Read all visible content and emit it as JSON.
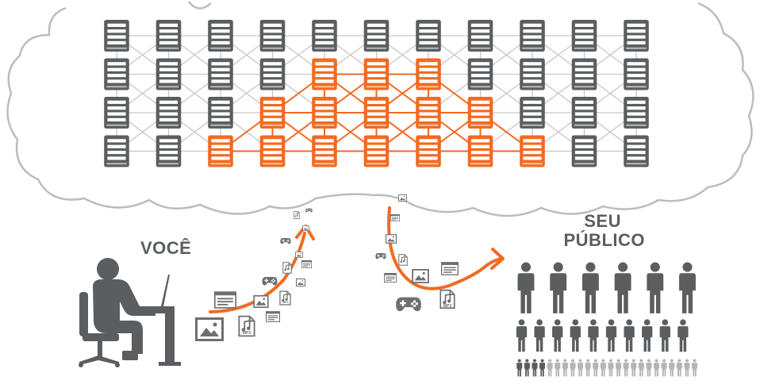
{
  "labels": {
    "you": "VOCÊ",
    "audience_line1": "SEU",
    "audience_line2": "PÚBLICO"
  },
  "colors": {
    "server_gray": "#5b5e60",
    "server_orange": "#f26a21",
    "cloud_outline": "#bcbcbc",
    "mesh_gray": "#c6c6c6",
    "person_dark": "#5b5e60",
    "person_light": "#b5b5b5",
    "icon_gray": "#6d6f71",
    "arrow_orange": "#f26a21"
  },
  "server_grid": {
    "rows": 4,
    "cols": 11,
    "active_servers": [
      [
        1,
        4
      ],
      [
        1,
        5
      ],
      [
        1,
        6
      ],
      [
        2,
        3
      ],
      [
        2,
        4
      ],
      [
        2,
        5
      ],
      [
        2,
        6
      ],
      [
        2,
        7
      ],
      [
        3,
        2
      ],
      [
        3,
        3
      ],
      [
        3,
        4
      ],
      [
        3,
        5
      ],
      [
        3,
        6
      ],
      [
        3,
        7
      ],
      [
        3,
        8
      ]
    ]
  },
  "file_icons": {
    "mp3_label": "MP3",
    "types": [
      "image-icon",
      "music-file-icon",
      "webpage-icon",
      "gamepad-icon"
    ]
  },
  "audience": {
    "large_people": 6,
    "medium_people": 10,
    "small_people": 24,
    "small_people_highlighted": 4
  }
}
